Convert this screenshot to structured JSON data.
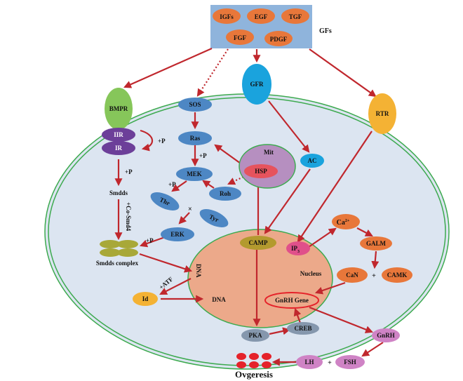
{
  "title": "Growth factor signaling pathways leading to oogenesis",
  "colors": {
    "arrow": "#c0272d",
    "gf_box": "#8fb4dc",
    "gf_node": "#e8773a",
    "cell_fill": "#dce5f1",
    "membrane": "#3daa4f",
    "nucleus": "#eca98a",
    "bmpr": "#86c65a",
    "smad_receptor": "#6c3f99",
    "mapk_node": "#4d87c4",
    "gfr": "#1aa3dd",
    "rtr": "#f4b234",
    "mit": "#b68fc0",
    "hsp": "#e6535d",
    "camp": "#b39a2e",
    "ip3": "#e0508a",
    "calcium_node": "#e8773a",
    "id": "#f4b234",
    "pka_creb": "#8597ad",
    "hormone": "#cf83c5",
    "smad_complex": "#a8a838",
    "ovum": "#e5222a"
  },
  "growth_factors": {
    "group_label": "GFs",
    "items": [
      "IGFs",
      "EGF",
      "TGF",
      "FGF",
      "PDGF"
    ]
  },
  "receptors": {
    "bmpr": "BMPR",
    "gfr": "GFR",
    "rtr": "RTR",
    "iir": "IIR",
    "ir": "IR"
  },
  "smad_pathway": {
    "smdds": "Smdds",
    "co_smad_label": "+Co-Smd4",
    "complex": "Smdds complex"
  },
  "mapk_pathway": {
    "sos": "SOS",
    "ras": "Ras",
    "mek": "MEK",
    "thr": "Thr",
    "tyr": "Tyr",
    "erk": "ERK",
    "roh": "Roh",
    "cross": "×"
  },
  "mitochondria": {
    "label": "Mit",
    "hsp": "HSP"
  },
  "second_messengers": {
    "ac": "AC",
    "camp": "CAMP",
    "ip3": "IP",
    "ip3_sub": "3",
    "ca": "Ca",
    "ca_sup": "2+",
    "galm": "GALM",
    "can": "CaN",
    "camk": "CAMK",
    "plus": "+"
  },
  "nucleus": {
    "label": "Nucleus",
    "dna_vertical": "DNA",
    "dna": "DNA",
    "gnrh_gene": "GnRH Gene",
    "id": "Id",
    "atf_label": "+ATF"
  },
  "downstream": {
    "pka": "PKA",
    "creb": "CREB",
    "gnrh": "GnRH",
    "lh": "LH",
    "fsh": "FSH",
    "plus": "+",
    "outcome": "Ovgeresis"
  },
  "phospho_labels": {
    "p": "+P"
  }
}
